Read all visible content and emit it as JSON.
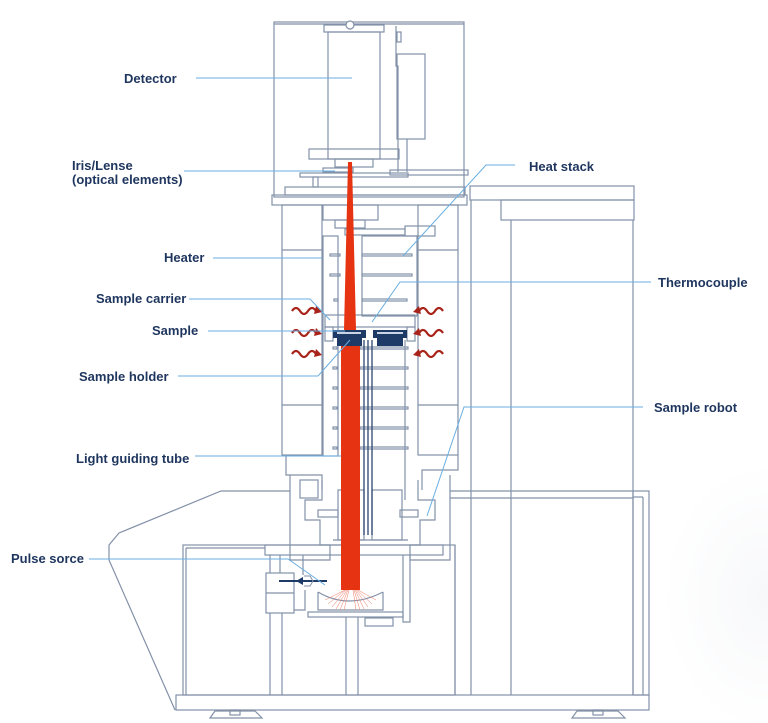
{
  "title": "Laser/light flash analysis instrument cross-section",
  "colors": {
    "outline": "#7c8aa3",
    "dark_outline": "#2d4670",
    "leader": "#6aaee0",
    "beam": "#e63312",
    "sample": "#1e3a66",
    "heat_wave": "#a8231a",
    "label_text": "#1e355e"
  },
  "labels": {
    "detector": "Detector",
    "iris_line1": "Iris/Lense",
    "iris_line2": "(optical elements)",
    "heater": "Heater",
    "sample_carrier": "Sample carrier",
    "sample": "Sample",
    "sample_holder": "Sample holder",
    "light_guiding_tube": "Light guiding tube",
    "pulse_source": "Pulse sorce",
    "heat_stack": "Heat stack",
    "thermocouple": "Thermocouple",
    "sample_robot": "Sample robot"
  },
  "icons": {
    "heat_wave": "wavy-arrow-icon",
    "pulse_arrow": "arrow-left-icon"
  }
}
